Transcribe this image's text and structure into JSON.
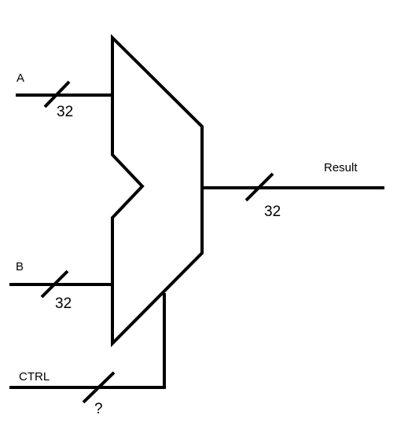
{
  "diagram": {
    "type": "ALU block diagram",
    "inputs": [
      {
        "name": "A",
        "width": "32"
      },
      {
        "name": "B",
        "width": "32"
      },
      {
        "name": "CTRL",
        "width": "?"
      }
    ],
    "output": {
      "name": "Result",
      "width": "32"
    },
    "colors": {
      "stroke": "#000000",
      "background": "#ffffff"
    }
  }
}
